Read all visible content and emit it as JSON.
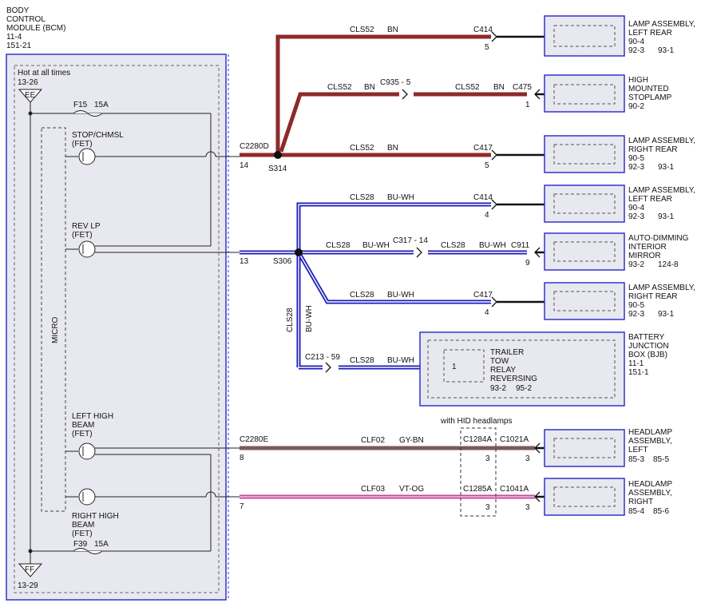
{
  "bcm": {
    "title": [
      "BODY",
      "CONTROL",
      "MODULE (BCM)",
      "11-4",
      "151-21"
    ],
    "hot": "Hot at all times",
    "hot_ref_top": "13-26",
    "fuse_ee": "EE",
    "fuse_ff": "FF",
    "hot_ref_bottom": "13-29",
    "fuse15": [
      "F15",
      "15A"
    ],
    "fuse39": [
      "F39",
      "15A"
    ],
    "micro": "MICRO",
    "stop": [
      "STOP/CHMSL",
      "(FET)"
    ],
    "rev": [
      "REV LP",
      "(FET)"
    ],
    "lhb": [
      "LEFT HIGH",
      "BEAM",
      "(FET)"
    ],
    "rhb": [
      "RIGHT HIGH",
      "BEAM",
      "(FET)"
    ]
  },
  "colors": {
    "brown": "#8e2a2a",
    "blue": "#1a1ab8",
    "graybrown": "#7a5a5a",
    "pink": "#e070b8",
    "box": "#3333cc"
  },
  "wires": {
    "c2280d": "C2280D",
    "pin14": "14",
    "s314": "S314",
    "c2280e": "C2280E",
    "pin8": "8",
    "pin7": "7",
    "pin13": "13",
    "s306": "S306",
    "cls52": "CLS52",
    "bn": "BN",
    "cls28": "CLS28",
    "buwh": "BU-WH",
    "c935": "C935 - 5",
    "c317": "C317 - 14",
    "c213": "C213 - 59",
    "clf02": "CLF02",
    "gybn": "GY-BN",
    "clf03": "CLF03",
    "vtog": "VT-OG",
    "hid": "with HID headlamps",
    "c1284a": "C1284A",
    "c1021a": "C1021A",
    "c1285a": "C1285A",
    "c1041a": "C1041A",
    "c414": "C414",
    "c475": "C475",
    "c417": "C417",
    "c911": "C911",
    "p5": "5",
    "p1": "1",
    "p4": "4",
    "p9": "9",
    "p3": "3"
  },
  "components": {
    "lar1": [
      "LAMP ASSEMBLY,",
      "LEFT REAR",
      "90-4"
    ],
    "lar_refs": [
      "92-3",
      "93-1"
    ],
    "hms": [
      "HIGH",
      "MOUNTED",
      "STOPLAMP",
      "90-2"
    ],
    "rar1": [
      "LAMP ASSEMBLY,",
      "RIGHT REAR",
      "90-5"
    ],
    "rar_refs": [
      "92-3",
      "93-1"
    ],
    "aim": [
      "AUTO-DIMMING",
      "INTERIOR",
      "MIRROR"
    ],
    "aim_refs": [
      "93-2",
      "124-8"
    ],
    "bjb": [
      "BATTERY",
      "JUNCTION",
      "BOX (BJB)",
      "11-1",
      "151-1"
    ],
    "relay": [
      "TRAILER",
      "TOW",
      "RELAY",
      "REVERSING"
    ],
    "relay_refs": [
      "93-2",
      "95-2"
    ],
    "relay_pin": "1",
    "hla_l": [
      "HEADLAMP",
      "ASSEMBLY,",
      "LEFT"
    ],
    "hla_l_refs": [
      "85-3",
      "85-5"
    ],
    "hla_r": [
      "HEADLAMP",
      "ASSEMBLY,",
      "RIGHT"
    ],
    "hla_r_refs": [
      "85-4",
      "85-6"
    ]
  }
}
